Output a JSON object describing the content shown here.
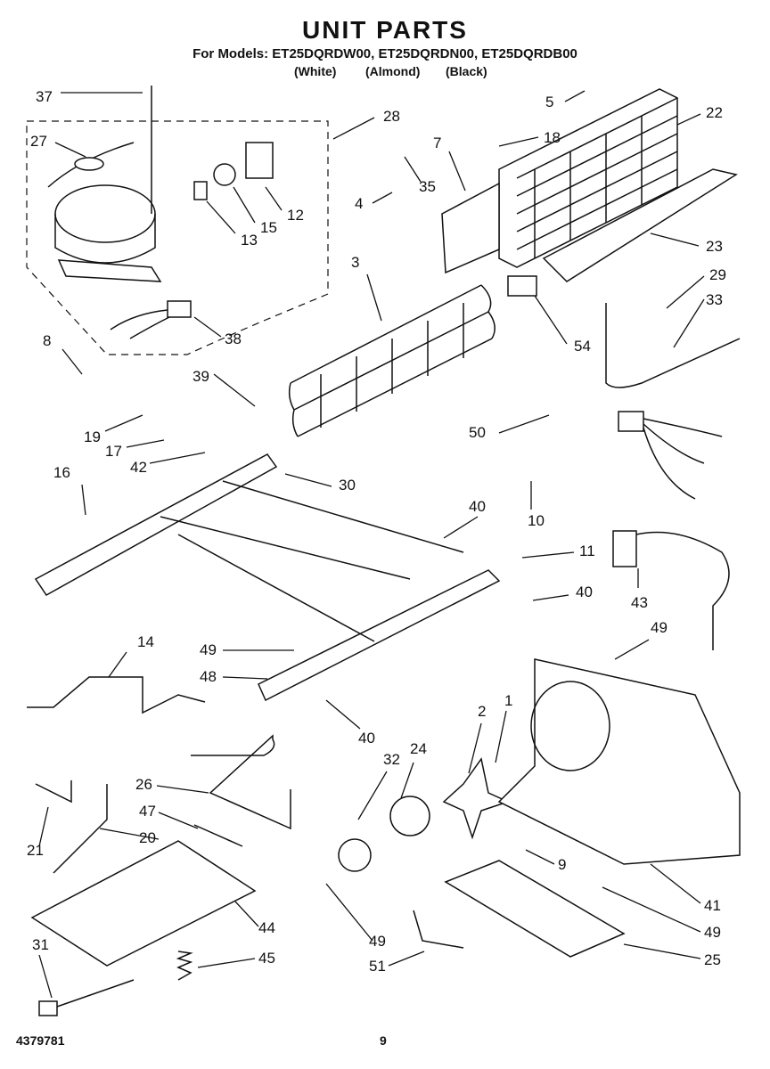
{
  "header": {
    "title": "UNIT PARTS",
    "models_line": "For Models: ET25DQRDW00, ET25DQRDN00, ET25DQRDB00",
    "variants": [
      "(White)",
      "(Almond)",
      "(Black)"
    ]
  },
  "footer": {
    "doc_number": "4379781",
    "page_number": "9"
  },
  "callouts": [
    "37",
    "27",
    "28",
    "12",
    "15",
    "13",
    "38",
    "8",
    "19",
    "17",
    "42",
    "39",
    "16",
    "30",
    "35",
    "7",
    "18",
    "5",
    "22",
    "4",
    "23",
    "3",
    "29",
    "33",
    "54",
    "50",
    "10",
    "11",
    "40",
    "40",
    "43",
    "49",
    "48",
    "14",
    "40",
    "49",
    "2",
    "1",
    "24",
    "32",
    "26",
    "47",
    "21",
    "20",
    "44",
    "31",
    "45",
    "9",
    "41",
    "49",
    "49",
    "51",
    "25"
  ]
}
